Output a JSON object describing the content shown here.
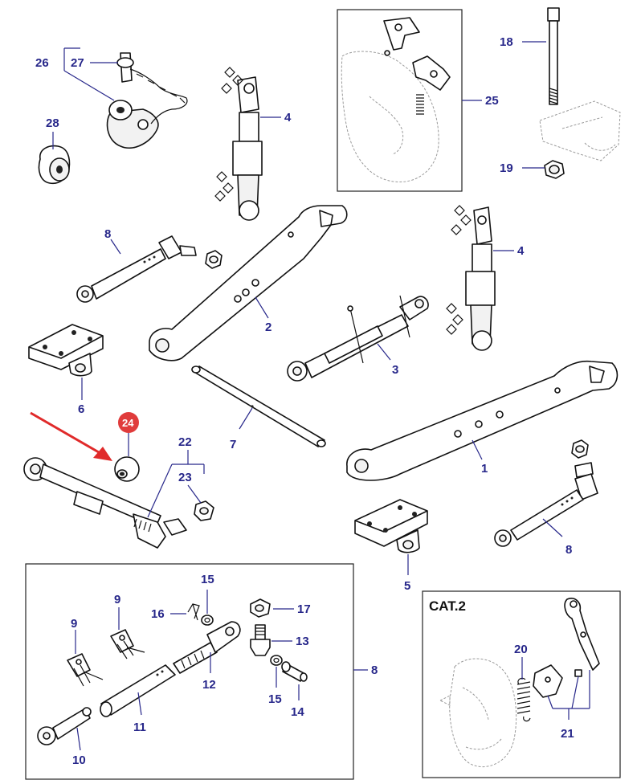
{
  "labels": {
    "p1": "1",
    "p2": "2",
    "p3": "3",
    "p4a": "4",
    "p4b": "4",
    "p5": "5",
    "p6": "6",
    "p7": "7",
    "p8a": "8",
    "p8b": "8",
    "p8c": "8",
    "p9a": "9",
    "p9b": "9",
    "p10": "10",
    "p11": "11",
    "p12": "12",
    "p13": "13",
    "p14": "14",
    "p15a": "15",
    "p15b": "15",
    "p16": "16",
    "p17": "17",
    "p18": "18",
    "p19": "19",
    "p20": "20",
    "p21": "21",
    "p22": "22",
    "p23": "23",
    "p24": "24",
    "p25": "25",
    "p26": "26",
    "p27": "27",
    "p28": "28"
  },
  "inset_cat2_title": "CAT.2",
  "colors": {
    "label": "#27278a",
    "highlight_badge": "#e03b3b",
    "arrow": "#e02a2a"
  },
  "highlighted_part": "24"
}
